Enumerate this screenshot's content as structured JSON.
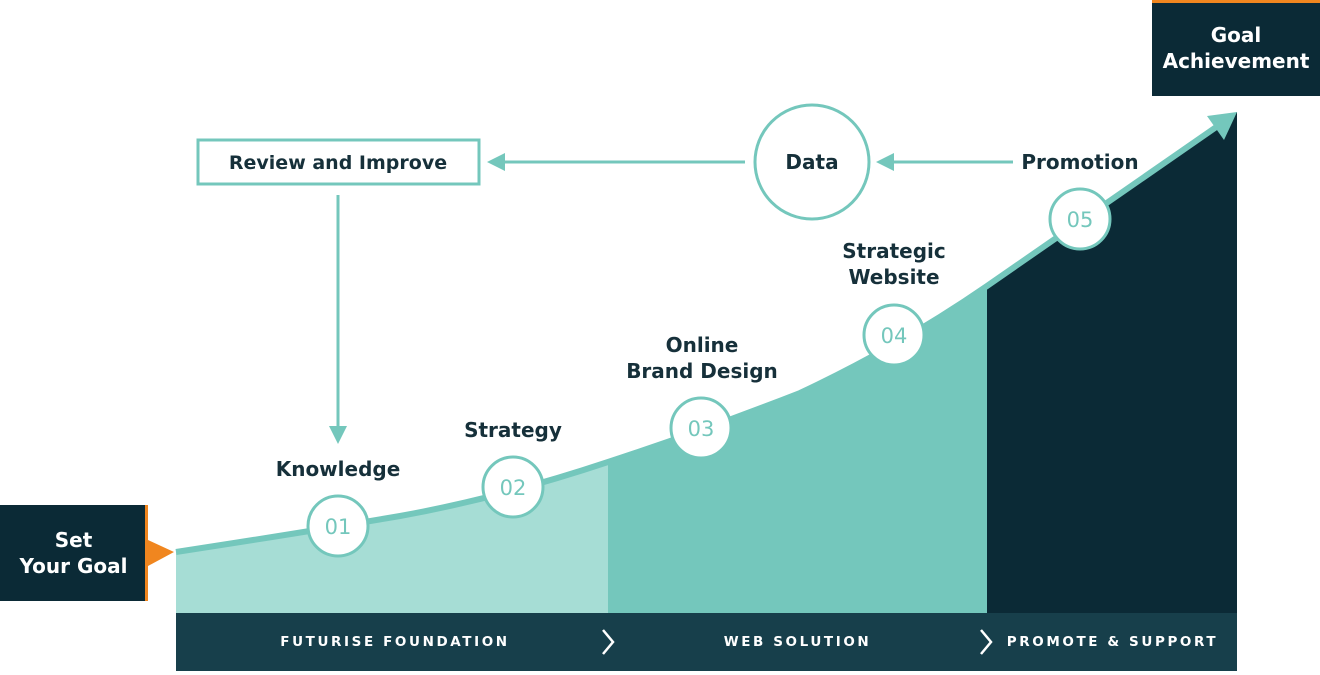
{
  "start": {
    "label": "Set\nYour Goal"
  },
  "goal": {
    "label": "Goal\nAchievement"
  },
  "loop": {
    "review": "Review and Improve",
    "data": "Data",
    "promotion": "Promotion"
  },
  "steps": [
    {
      "number": "01",
      "label": "Knowledge"
    },
    {
      "number": "02",
      "label": "Strategy"
    },
    {
      "number": "03",
      "label": "Online\nBrand Design"
    },
    {
      "number": "04",
      "label": "Strategic\nWebsite"
    },
    {
      "number": "05",
      "label": ""
    }
  ],
  "phases": [
    {
      "label": "FUTURISE FOUNDATION"
    },
    {
      "label": "WEB SOLUTION"
    },
    {
      "label": "PROMOTE & SUPPORT"
    }
  ],
  "colors": {
    "dark": "#0b2a36",
    "band": "#173f4b",
    "teal": "#74c7bc",
    "light_teal": "#a6ddd5",
    "accent": "#f0861f",
    "text": "#16303a"
  }
}
